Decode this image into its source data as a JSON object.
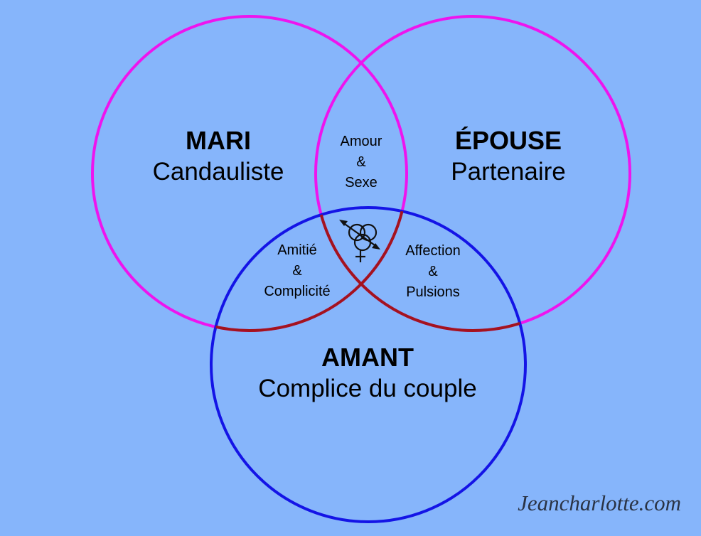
{
  "colors": {
    "background": "#86b5fb",
    "husband_wife": "#ee14ee",
    "lover": "#1414e6",
    "overlap": "#a3141e"
  },
  "circles": {
    "mari": {
      "title": "MARI",
      "subtitle": "Candauliste"
    },
    "epouse": {
      "title": "ÉPOUSE",
      "subtitle": "Partenaire"
    },
    "amant": {
      "title": "AMANT",
      "subtitle": "Complice du couple"
    }
  },
  "overlaps": {
    "mari_epouse": [
      "Amour",
      "&",
      "Sexe"
    ],
    "mari_amant": [
      "Amitié",
      "&",
      "Complicité"
    ],
    "epouse_amant": [
      "Affection",
      "&",
      "Pulsions"
    ]
  },
  "center_icon": "bisexual-triad-symbol-icon",
  "watermark": "Jeancharlotte.com"
}
